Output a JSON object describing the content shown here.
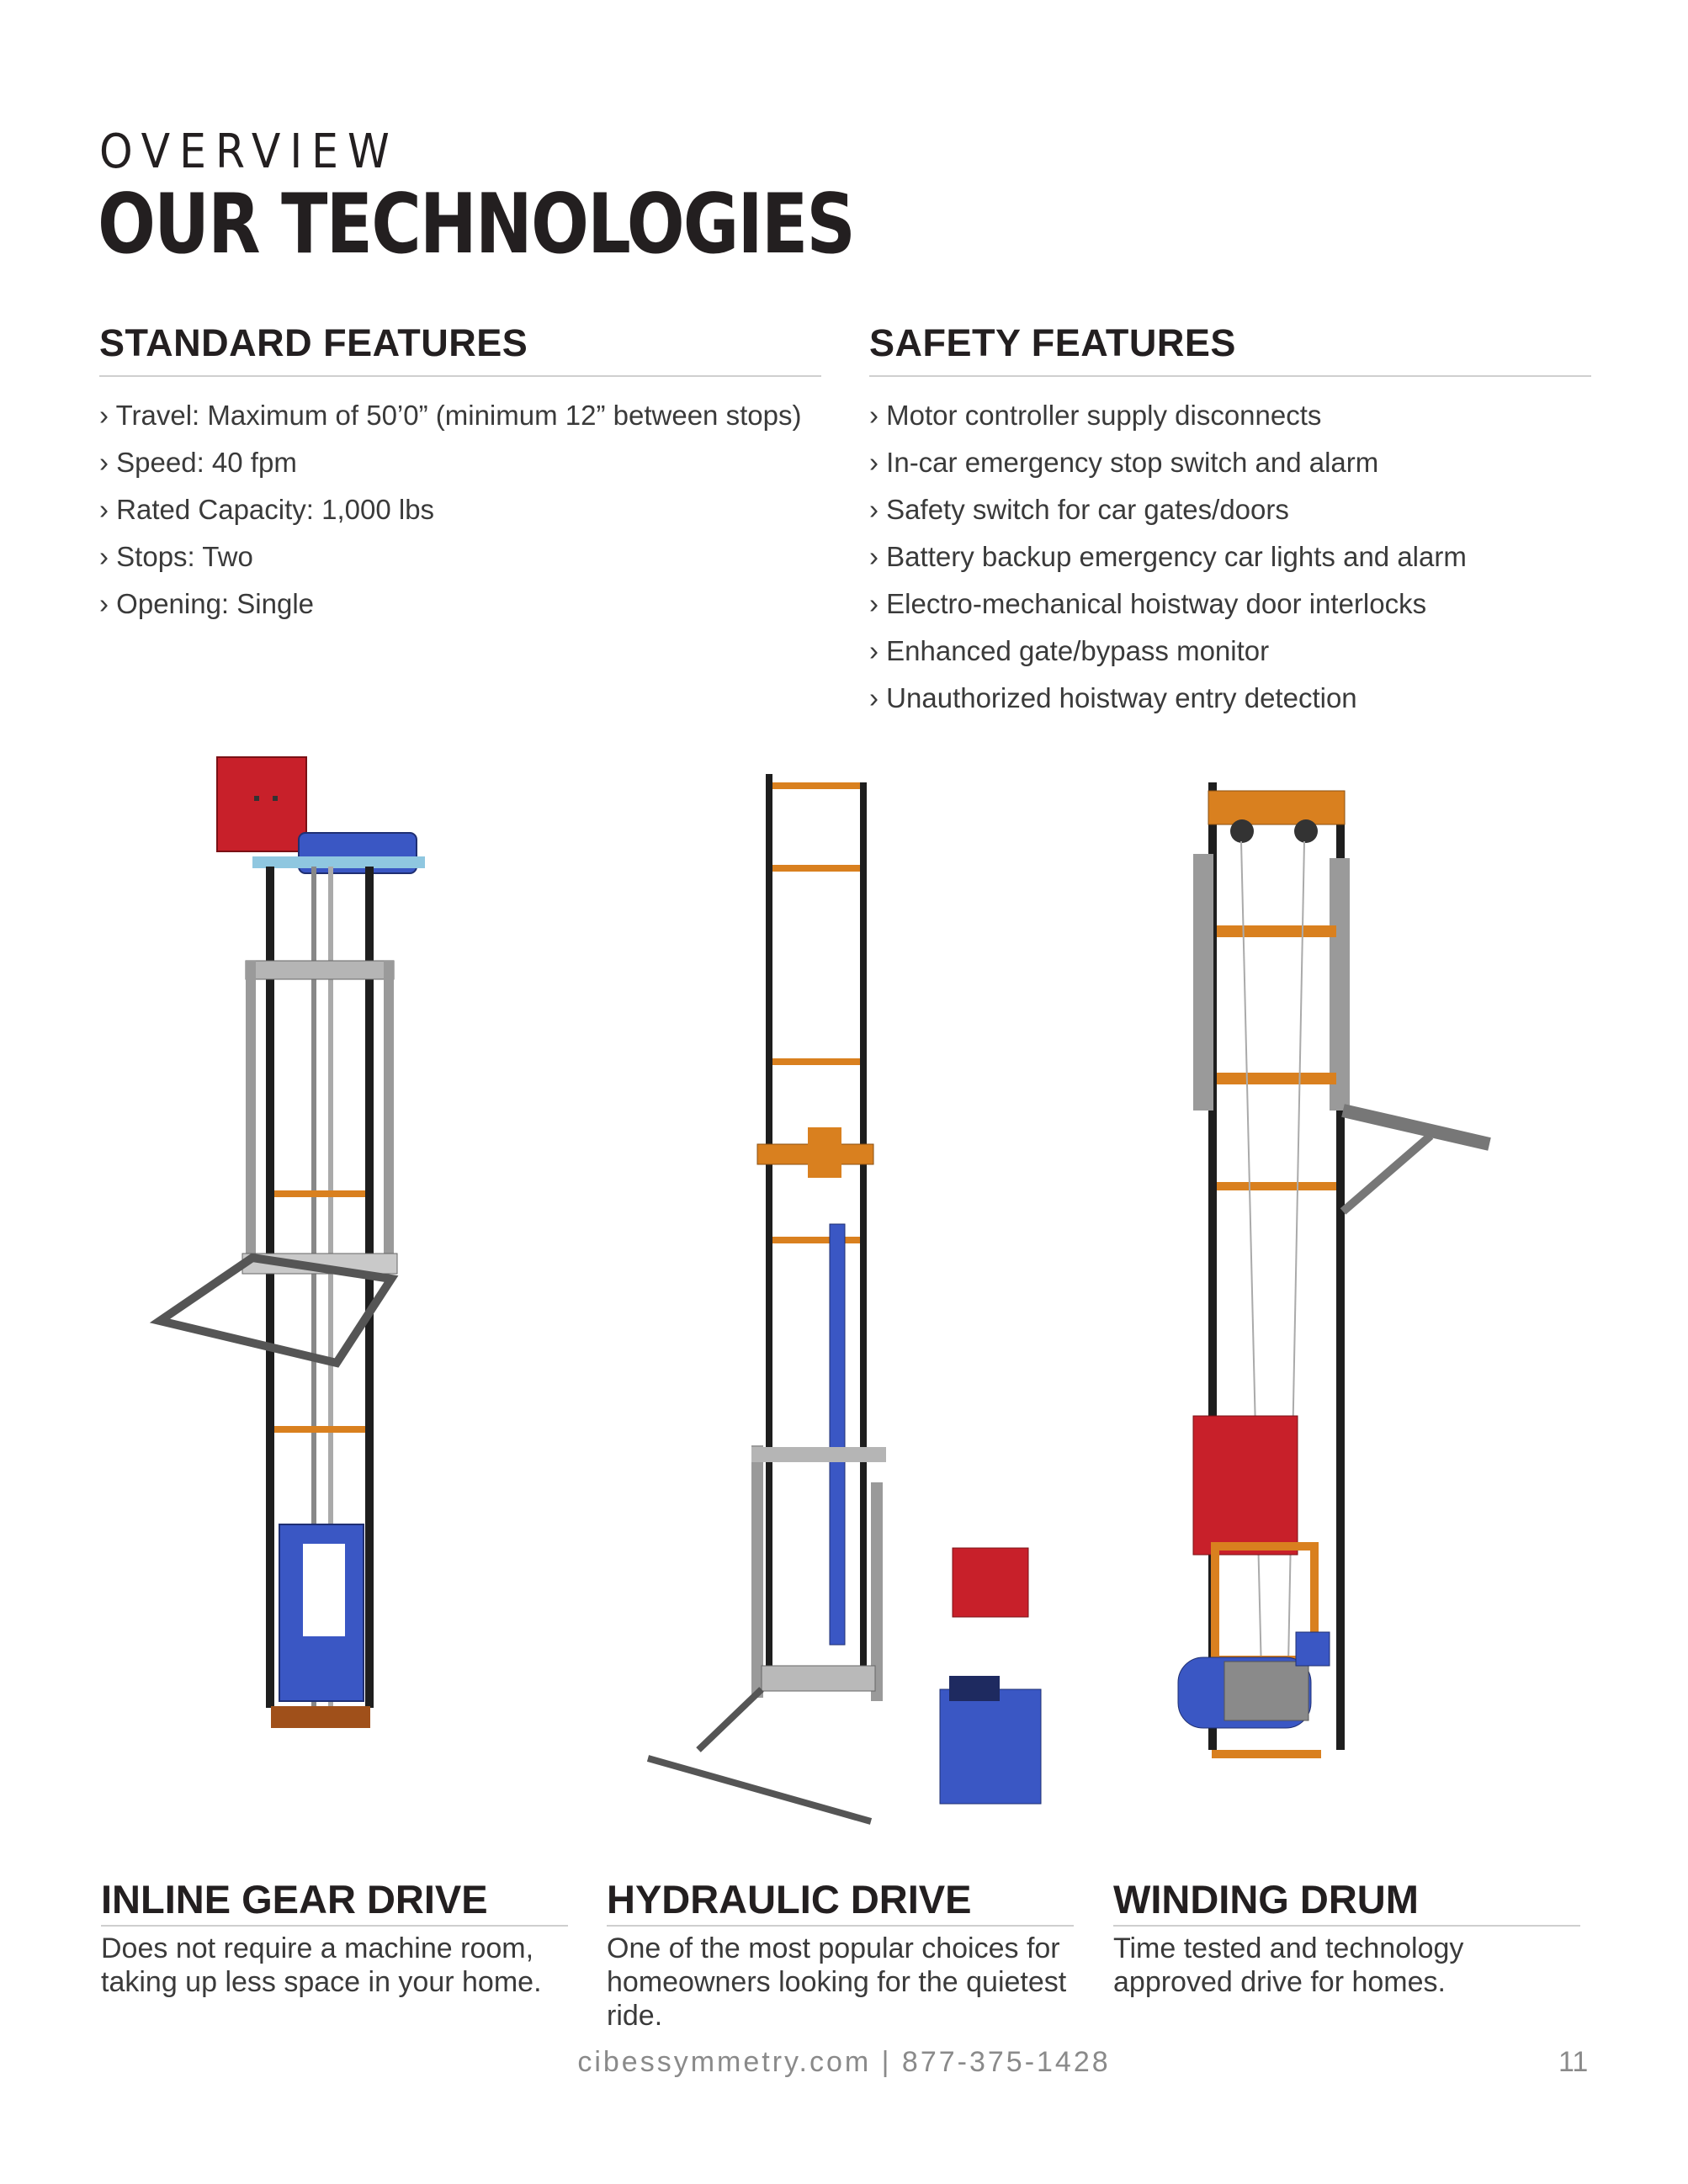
{
  "header": {
    "kicker": "OVERVIEW",
    "title": "OUR TECHNOLOGIES"
  },
  "standard_features": {
    "heading": "STANDARD FEATURES",
    "items": [
      "Travel: Maximum of 50’0” (minimum 12” between stops)",
      "Speed: 40 fpm",
      "Rated Capacity: 1,000 lbs",
      "Stops: Two",
      "Opening: Single"
    ]
  },
  "safety_features": {
    "heading": "SAFETY FEATURES",
    "items": [
      "Motor controller supply disconnects",
      "In-car emergency stop switch and alarm",
      "Safety switch for car gates/doors",
      "Battery backup emergency car lights and alarm",
      "Electro-mechanical hoistway door interlocks",
      "Enhanced gate/bypass monitor",
      "Unauthorized hoistway entry detection"
    ]
  },
  "drives": [
    {
      "title": "INLINE GEAR DRIVE",
      "description": "Does not require a machine room, taking up less space in your home."
    },
    {
      "title": "HYDRAULIC DRIVE",
      "description": "One of the most popular choices for homeowners looking for the quietest ride."
    },
    {
      "title": "WINDING DRUM",
      "description": "Time tested and technology approved drive for homes."
    }
  ],
  "footer": {
    "contact": "cibessymmetry.com | 877-375-1428",
    "page_number": "11"
  },
  "colors": {
    "frame": "#1e1e1e",
    "orange": "#d9801f",
    "red": "#c8202a",
    "blue": "#3a57c4",
    "steel": "#9a9a9a"
  }
}
